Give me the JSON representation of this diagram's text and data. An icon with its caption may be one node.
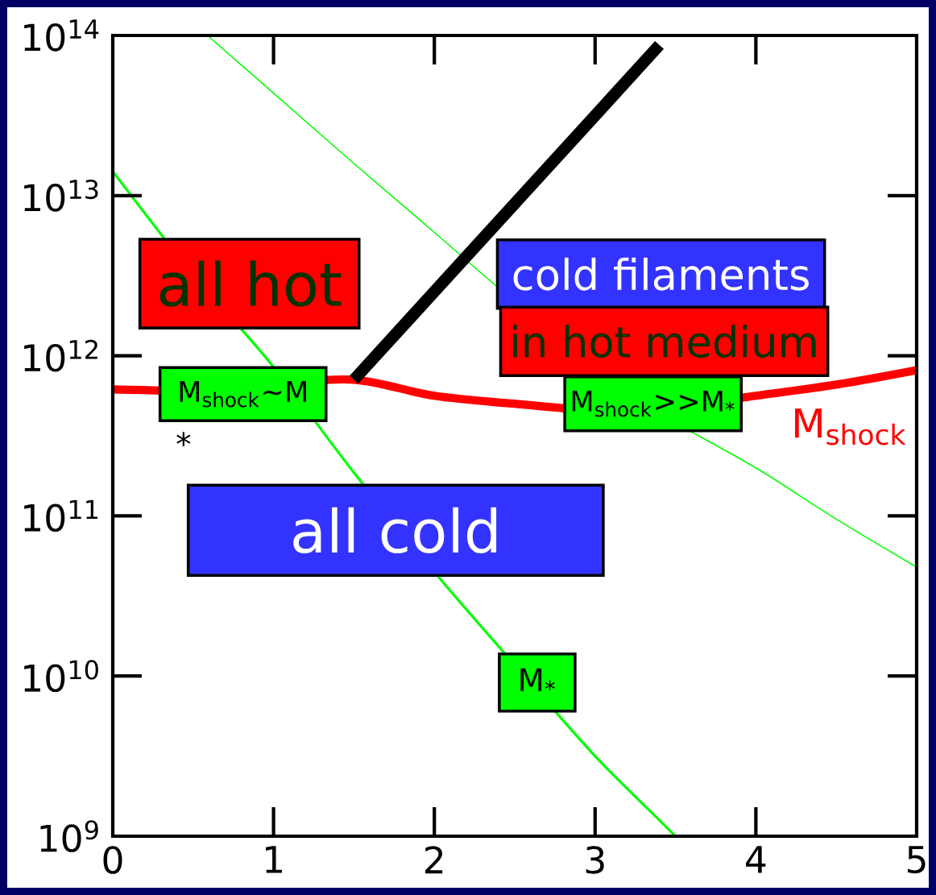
{
  "diagram": {
    "nodes": [
      {
        "text": [
          "all hot"
        ]
      },
      {
        "text": [
          "cold filaments"
        ]
      },
      {
        "text": [
          "in hot medium"
        ]
      },
      {
        "text": [
          "M$_{shock}$~M"
        ],
        "beside": [
          "*"
        ]
      },
      {
        "text": [
          "M$_{shock}$>>M$_{*}$"
        ]
      },
      {
        "text": [
          "all cold"
        ]
      },
      {
        "text": [
          "M$_{*}$"
        ]
      }
    ],
    "labels": [
      "10$^{14}$",
      "10$^{13}$",
      "10$^{12}$",
      "M$_{shock}$",
      "10$^{11}$",
      "10$^{10}$",
      "10$^{9}$",
      "0",
      "1",
      "2",
      "3",
      "4",
      "5"
    ]
  }
}
